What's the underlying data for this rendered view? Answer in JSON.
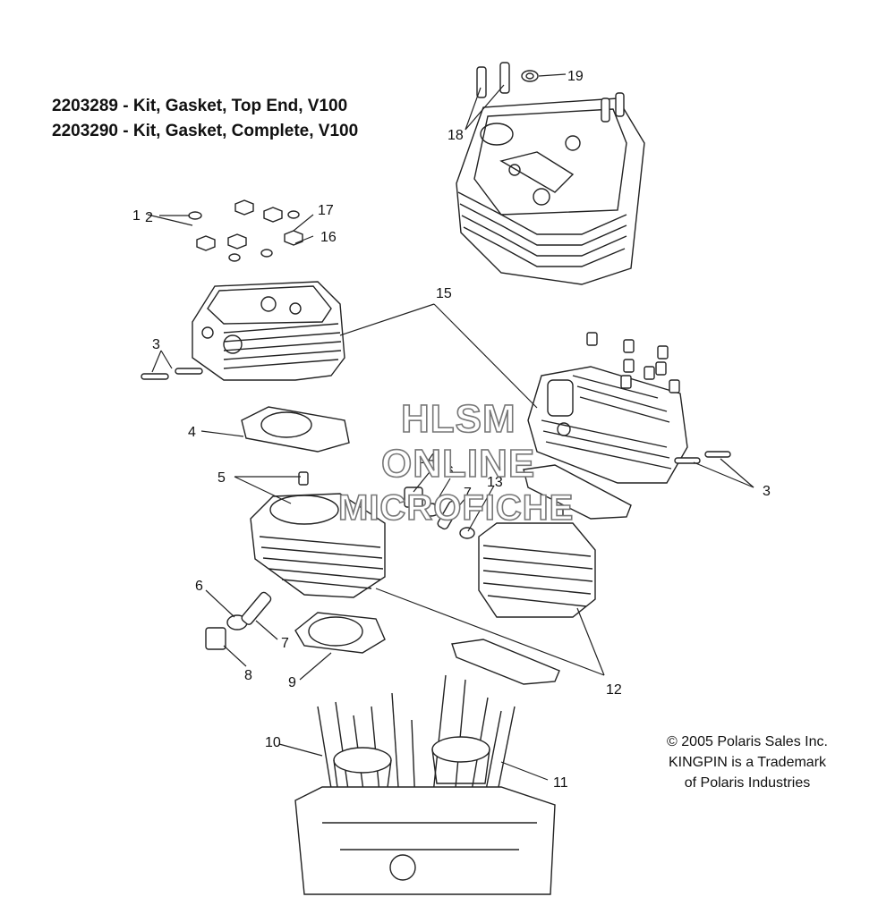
{
  "kits": [
    {
      "line": "2203289 - Kit, Gasket, Top End, V100"
    },
    {
      "line": "2203290 - Kit, Gasket, Complete, V100"
    }
  ],
  "watermark": {
    "line1": "HLSM",
    "line2": "ONLINE",
    "line3": "MICROFICHE"
  },
  "copyright": {
    "line1": "© 2005 Polaris Sales Inc.",
    "line2": "KINGPIN is a Trademark",
    "line3": "of Polaris Industries"
  },
  "callouts": {
    "c1": "1",
    "c2": "2",
    "c3a": "3",
    "c3b": "3",
    "c4": "4",
    "c5": "5",
    "c6a": "6",
    "c6b": "6",
    "c7a": "7",
    "c7b": "7",
    "c8": "8",
    "c9": "9",
    "c10": "10",
    "c11": "11",
    "c12": "12",
    "c13": "13",
    "c14": "14",
    "c15": "15",
    "c16": "16",
    "c17": "17",
    "c18": "18",
    "c19": "19"
  }
}
